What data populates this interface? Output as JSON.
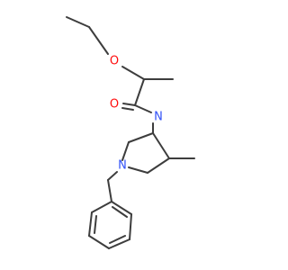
{
  "structure": {
    "atoms": [
      {
        "symbol": "O",
        "color": "#ff0d0d"
      },
      {
        "symbol": "O",
        "color": "#ff0d0d"
      },
      {
        "symbol": "N",
        "color": "#3050f8"
      },
      {
        "symbol": "N",
        "color": "#3050f8"
      }
    ],
    "bond_color": "#3d3d3d"
  }
}
